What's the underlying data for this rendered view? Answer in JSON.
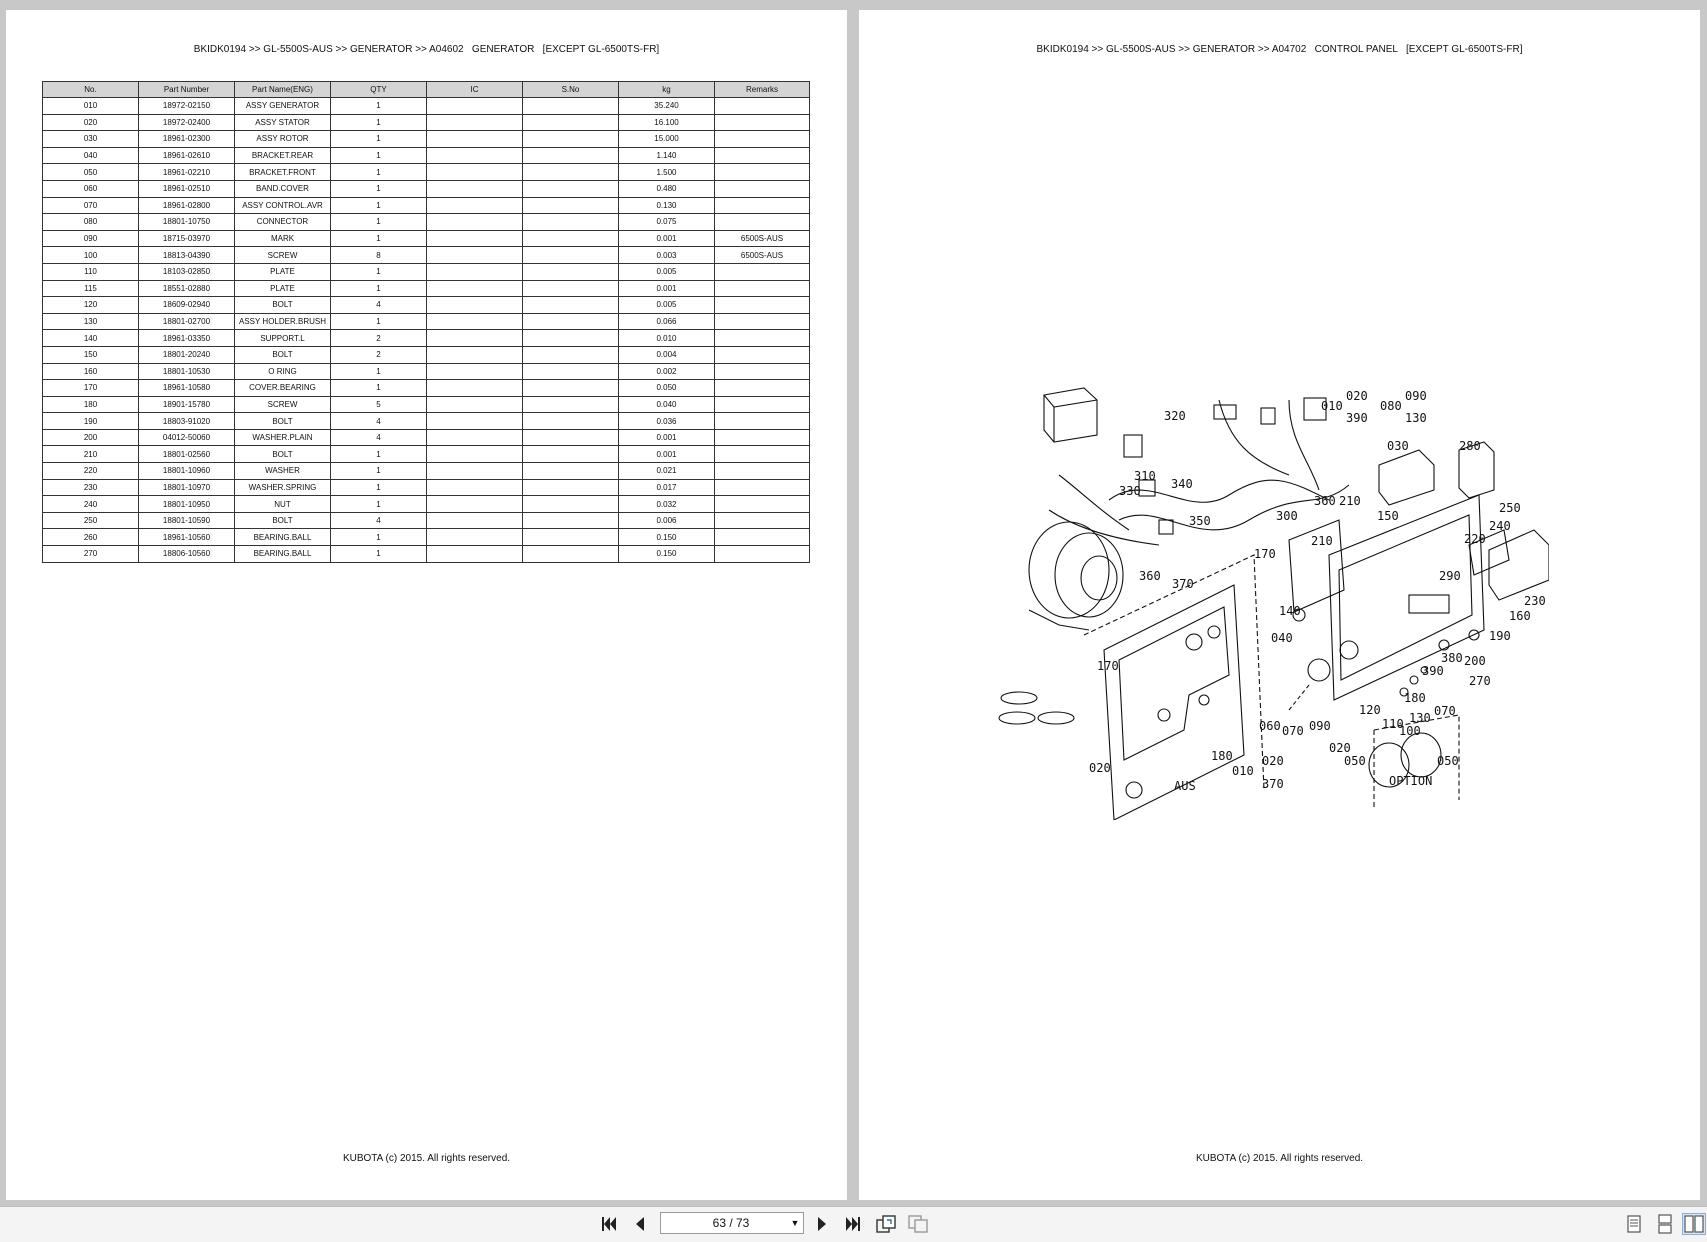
{
  "left_page": {
    "breadcrumb": "BKIDK0194 >> GL-5500S-AUS >> GENERATOR >> A04602   GENERATOR   [EXCEPT GL-6500TS-FR]",
    "footer": "KUBOTA (c) 2015. All rights reserved.",
    "table": {
      "headers": [
        "No.",
        "Part Number",
        "Part Name(ENG)",
        "QTY",
        "IC",
        "S.No",
        "kg",
        "Remarks"
      ],
      "rows": [
        [
          "010",
          "18972-02150",
          "ASSY GENERATOR",
          "1",
          "",
          "",
          "35.240",
          ""
        ],
        [
          "020",
          "18972-02400",
          "ASSY STATOR",
          "1",
          "",
          "",
          "16.100",
          ""
        ],
        [
          "030",
          "18961-02300",
          "ASSY ROTOR",
          "1",
          "",
          "",
          "15.000",
          ""
        ],
        [
          "040",
          "18961-02610",
          "BRACKET.REAR",
          "1",
          "",
          "",
          "1.140",
          ""
        ],
        [
          "050",
          "18961-02210",
          "BRACKET.FRONT",
          "1",
          "",
          "",
          "1.500",
          ""
        ],
        [
          "060",
          "18961-02510",
          "BAND.COVER",
          "1",
          "",
          "",
          "0.480",
          ""
        ],
        [
          "070",
          "18961-02800",
          "ASSY CONTROL.AVR",
          "1",
          "",
          "",
          "0.130",
          ""
        ],
        [
          "080",
          "18801-10750",
          "CONNECTOR",
          "1",
          "",
          "",
          "0.075",
          ""
        ],
        [
          "090",
          "18715-03970",
          "MARK",
          "1",
          "",
          "",
          "0.001",
          "6500S-AUS"
        ],
        [
          "100",
          "18813-04390",
          "SCREW",
          "8",
          "",
          "",
          "0.003",
          "6500S-AUS"
        ],
        [
          "110",
          "18103-02850",
          "PLATE",
          "1",
          "",
          "",
          "0.005",
          ""
        ],
        [
          "115",
          "18551-02880",
          "PLATE",
          "1",
          "",
          "",
          "0.001",
          ""
        ],
        [
          "120",
          "18609-02940",
          "BOLT",
          "4",
          "",
          "",
          "0.005",
          ""
        ],
        [
          "130",
          "18801-02700",
          "ASSY HOLDER.BRUSH",
          "1",
          "",
          "",
          "0.066",
          ""
        ],
        [
          "140",
          "18961-03350",
          "SUPPORT.L",
          "2",
          "",
          "",
          "0.010",
          ""
        ],
        [
          "150",
          "18801-20240",
          "BOLT",
          "2",
          "",
          "",
          "0.004",
          ""
        ],
        [
          "160",
          "18801-10530",
          "O RING",
          "1",
          "",
          "",
          "0.002",
          ""
        ],
        [
          "170",
          "18961-10580",
          "COVER.BEARING",
          "1",
          "",
          "",
          "0.050",
          ""
        ],
        [
          "180",
          "18901-15780",
          "SCREW",
          "5",
          "",
          "",
          "0.040",
          ""
        ],
        [
          "190",
          "18803-91020",
          "BOLT",
          "4",
          "",
          "",
          "0.036",
          ""
        ],
        [
          "200",
          "04012-50060",
          "WASHER.PLAIN",
          "4",
          "",
          "",
          "0.001",
          ""
        ],
        [
          "210",
          "18801-02560",
          "BOLT",
          "1",
          "",
          "",
          "0.001",
          ""
        ],
        [
          "220",
          "18801-10960",
          "WASHER",
          "1",
          "",
          "",
          "0.021",
          ""
        ],
        [
          "230",
          "18801-10970",
          "WASHER.SPRING",
          "1",
          "",
          "",
          "0.017",
          ""
        ],
        [
          "240",
          "18801-10950",
          "NUT",
          "1",
          "",
          "",
          "0.032",
          ""
        ],
        [
          "250",
          "18801-10590",
          "BOLT",
          "4",
          "",
          "",
          "0.006",
          ""
        ],
        [
          "260",
          "18961-10560",
          "BEARING.BALL",
          "1",
          "",
          "",
          "0.150",
          ""
        ],
        [
          "270",
          "18806-10560",
          "BEARING.BALL",
          "1",
          "",
          "",
          "0.150",
          ""
        ]
      ]
    }
  },
  "right_page": {
    "breadcrumb": "BKIDK0194 >> GL-5500S-AUS >> GENERATOR >> A04702   CONTROL PANEL   [EXCEPT GL-6500TS-FR]",
    "footer": "KUBOTA (c) 2015. All rights reserved.",
    "diagram_labels": {
      "aus": "AUS",
      "option": "OPTION",
      "l320": "320",
      "l310": "310",
      "l330": "330",
      "l340": "340",
      "l350": "350",
      "l360a": "360",
      "l360b": "360",
      "l370": "370",
      "l300": "300",
      "l010a": "010",
      "l020a": "020",
      "l390a": "390",
      "l080": "080",
      "l090a": "090",
      "l130a": "130",
      "l030": "030",
      "l280": "280",
      "l210a": "210",
      "l210b": "210",
      "l150": "150",
      "l250": "250",
      "l240": "240",
      "l220": "220",
      "l290": "290",
      "l230": "230",
      "l160": "160",
      "l190": "190",
      "l200": "200",
      "l380": "380",
      "l390b": "390",
      "l270": "270",
      "l170a": "170",
      "l140": "140",
      "l040": "040",
      "l170b": "170",
      "l180a": "180",
      "l130b": "130",
      "l070a": "070",
      "l110": "110",
      "l120": "120",
      "l100": "100",
      "l060": "060",
      "l070b": "070",
      "l090b": "090",
      "l020b": "020",
      "l050a": "050",
      "l050b": "050",
      "l180b": "180",
      "l010b": "010",
      "l020c": "020",
      "l370b": "370",
      "l020d": "020"
    }
  },
  "toolbar": {
    "page_indicator": "63 / 73",
    "first_icon": "first-page-icon",
    "prev_icon": "prev-page-icon",
    "next_icon": "next-page-icon",
    "last_icon": "last-page-icon"
  }
}
